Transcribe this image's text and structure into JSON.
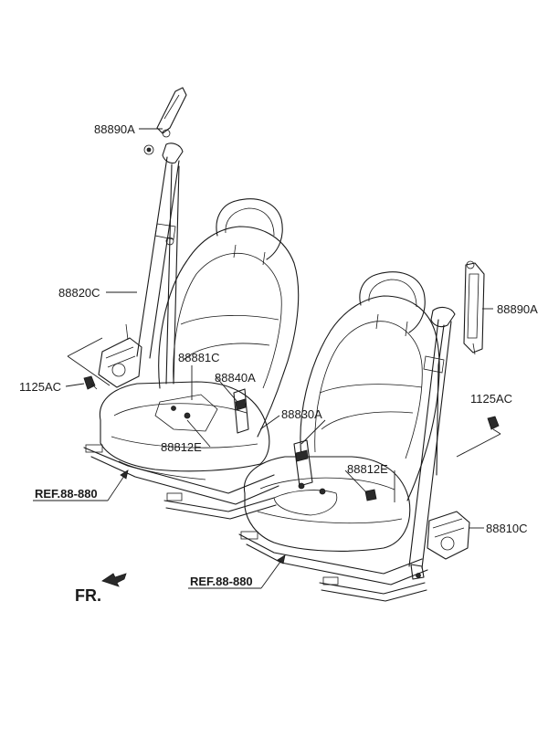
{
  "labels": {
    "p88890A_left": "88890A",
    "p88820C": "88820C",
    "p1125AC_left": "1125AC",
    "p88881C": "88881C",
    "p88840A": "88840A",
    "p88812E_left": "88812E",
    "p88830A": "88830A",
    "p88812E_right": "88812E",
    "p88890A_right": "88890A",
    "p1125AC_right": "1125AC",
    "p88810C": "88810C"
  },
  "references": {
    "left": "REF.88-880",
    "right": "REF.88-880"
  },
  "direction": {
    "label": "FR."
  }
}
